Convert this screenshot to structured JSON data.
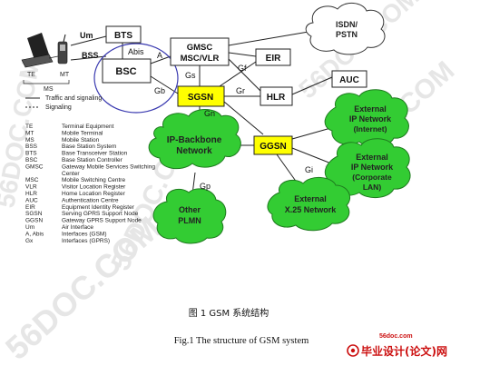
{
  "watermarks": [
    "56DOC.COM",
    "56DOC.COM",
    "56DOC.COM",
    "56DOC.COM",
    "56DOC.COM"
  ],
  "nodes": {
    "bts": "BTS",
    "bsc": "BSC",
    "gmsc_line1": "GMSC",
    "gmsc_line2": "MSC/VLR",
    "eir": "EIR",
    "auc": "AUC",
    "hlr": "HLR",
    "sgsn": "SGSN",
    "ggsn": "GGSN"
  },
  "clouds": {
    "isdn_line1": "ISDN/",
    "isdn_line2": "PSTN",
    "ip_backbone_line1": "IP-Backbone",
    "ip_backbone_line2": "Network",
    "ext_internet_line1": "External",
    "ext_internet_line2": "IP Network",
    "ext_internet_line3": "(Internet)",
    "ext_corp_line1": "External",
    "ext_corp_line2": "IP Network",
    "ext_corp_line3": "(Corporate",
    "ext_corp_line4": "LAN)",
    "x25_line1": "External",
    "x25_line2": "X.25 Network",
    "plmn_line1": "Other",
    "plmn_line2": "PLMN"
  },
  "interfaces": {
    "um": "Um",
    "bss": "BSS",
    "abis": "Abis",
    "a": "A",
    "gs": "Gs",
    "gf": "Gf",
    "gr": "Gr",
    "gb": "Gb",
    "gn": "Gn",
    "gi": "Gi",
    "gp": "Gp"
  },
  "devices": {
    "te": "TE",
    "mt": "MT",
    "ms": "MS"
  },
  "signal_legend": {
    "traffic": "Traffic and signaling",
    "signaling": "Signaling"
  },
  "legend": [
    {
      "abbr": "TE",
      "desc": "Terminal Equipment"
    },
    {
      "abbr": "MT",
      "desc": "Mobile Terminal"
    },
    {
      "abbr": "MS",
      "desc": "Mobile Station"
    },
    {
      "abbr": "BSS",
      "desc": "Base Station System"
    },
    {
      "abbr": "BTS",
      "desc": "Base Transceiver Station"
    },
    {
      "abbr": "BSC",
      "desc": "Base Station Controller"
    },
    {
      "abbr": "GMSC",
      "desc": "Gateway Mobile Services Switching"
    },
    {
      "abbr": "",
      "desc": "Center"
    },
    {
      "abbr": "MSC",
      "desc": "Mobile Switching Centre"
    },
    {
      "abbr": "VLR",
      "desc": "Visitor Location Register"
    },
    {
      "abbr": "HLR",
      "desc": "Home Location Register"
    },
    {
      "abbr": "AUC",
      "desc": "Authentication Centre"
    },
    {
      "abbr": "EIR",
      "desc": "Equipment Identity Register"
    },
    {
      "abbr": "SGSN",
      "desc": "Serving GPRS Support Node"
    },
    {
      "abbr": "GGSN",
      "desc": "Gateway GPRS Support Node"
    },
    {
      "abbr": "Um",
      "desc": "Air Interface"
    },
    {
      "abbr": "A, Abis",
      "desc": "Interfaces (GSM)"
    },
    {
      "abbr": "Gx",
      "desc": "Interfaces (GPRS)"
    }
  ],
  "caption": {
    "cn": "图 1   GSM 系统结构",
    "en": "Fig.1    The structure of GSM system"
  },
  "logo": {
    "site": "56doc.com",
    "text": "毕业设计(论文)网"
  },
  "colors": {
    "cloud_fill": "#33cc33",
    "node_fill": "#ffff00",
    "ellipse": "#3a3ab0",
    "logo_red": "#cc1010"
  }
}
